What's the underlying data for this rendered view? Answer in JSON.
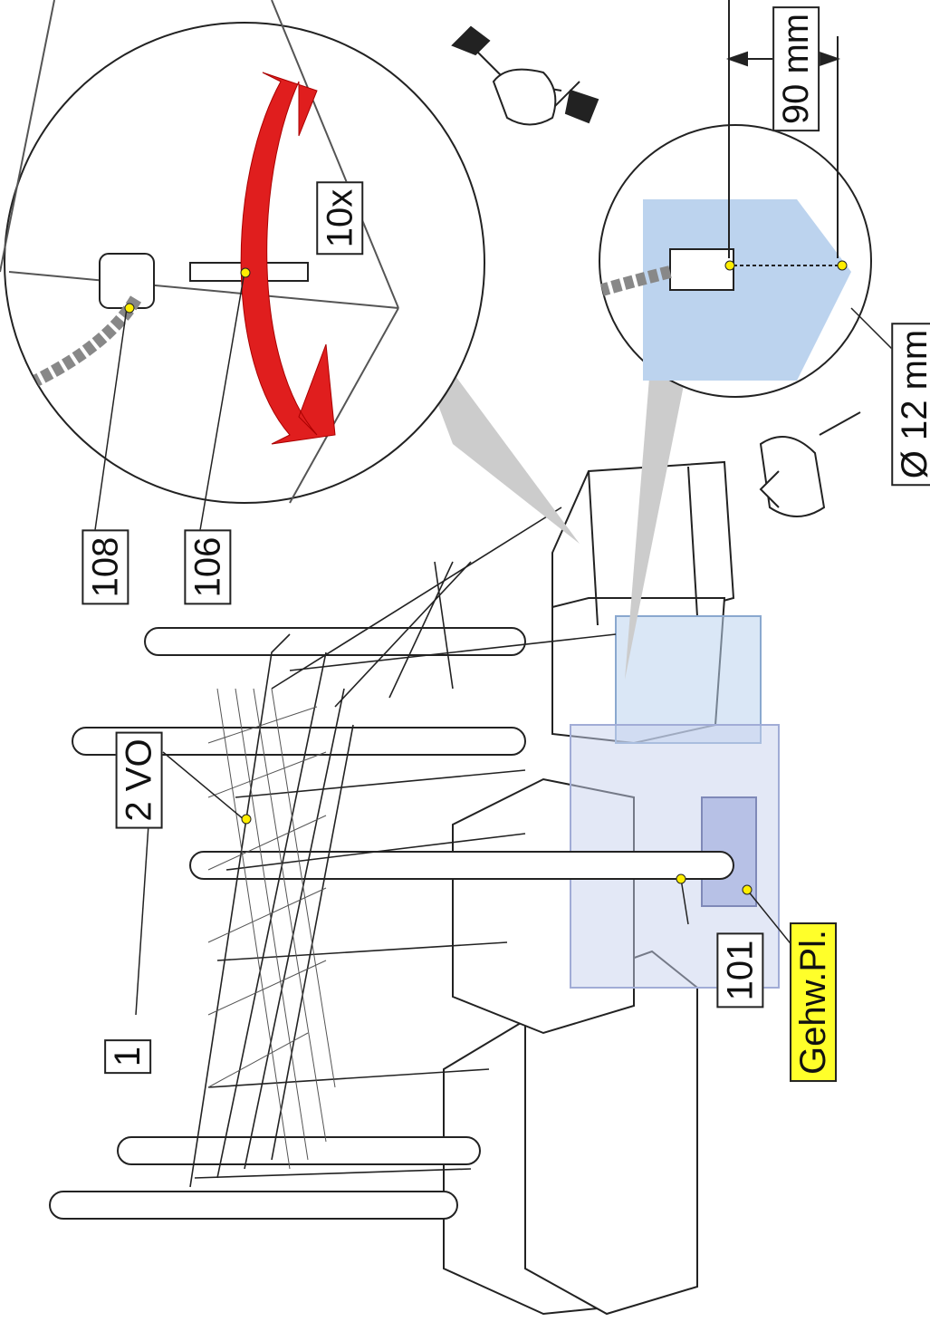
{
  "labels": {
    "part_1": "1",
    "part_2vo": "2 VO",
    "part_101": "101",
    "part_gehw": "Gehw.Pl.",
    "part_106": "106",
    "part_108": "108",
    "count_10x": "10x",
    "depth_90": "90 mm",
    "drill_12": "Ø 12 mm"
  },
  "icons": [
    "wrench-hand-icon",
    "drill-icon",
    "rotation-arrow-icon"
  ],
  "colors": {
    "highlight": "#ffff2a",
    "arrow": "#e01e1e",
    "marker": "#ffee00",
    "ground": "#bcd3ee"
  }
}
